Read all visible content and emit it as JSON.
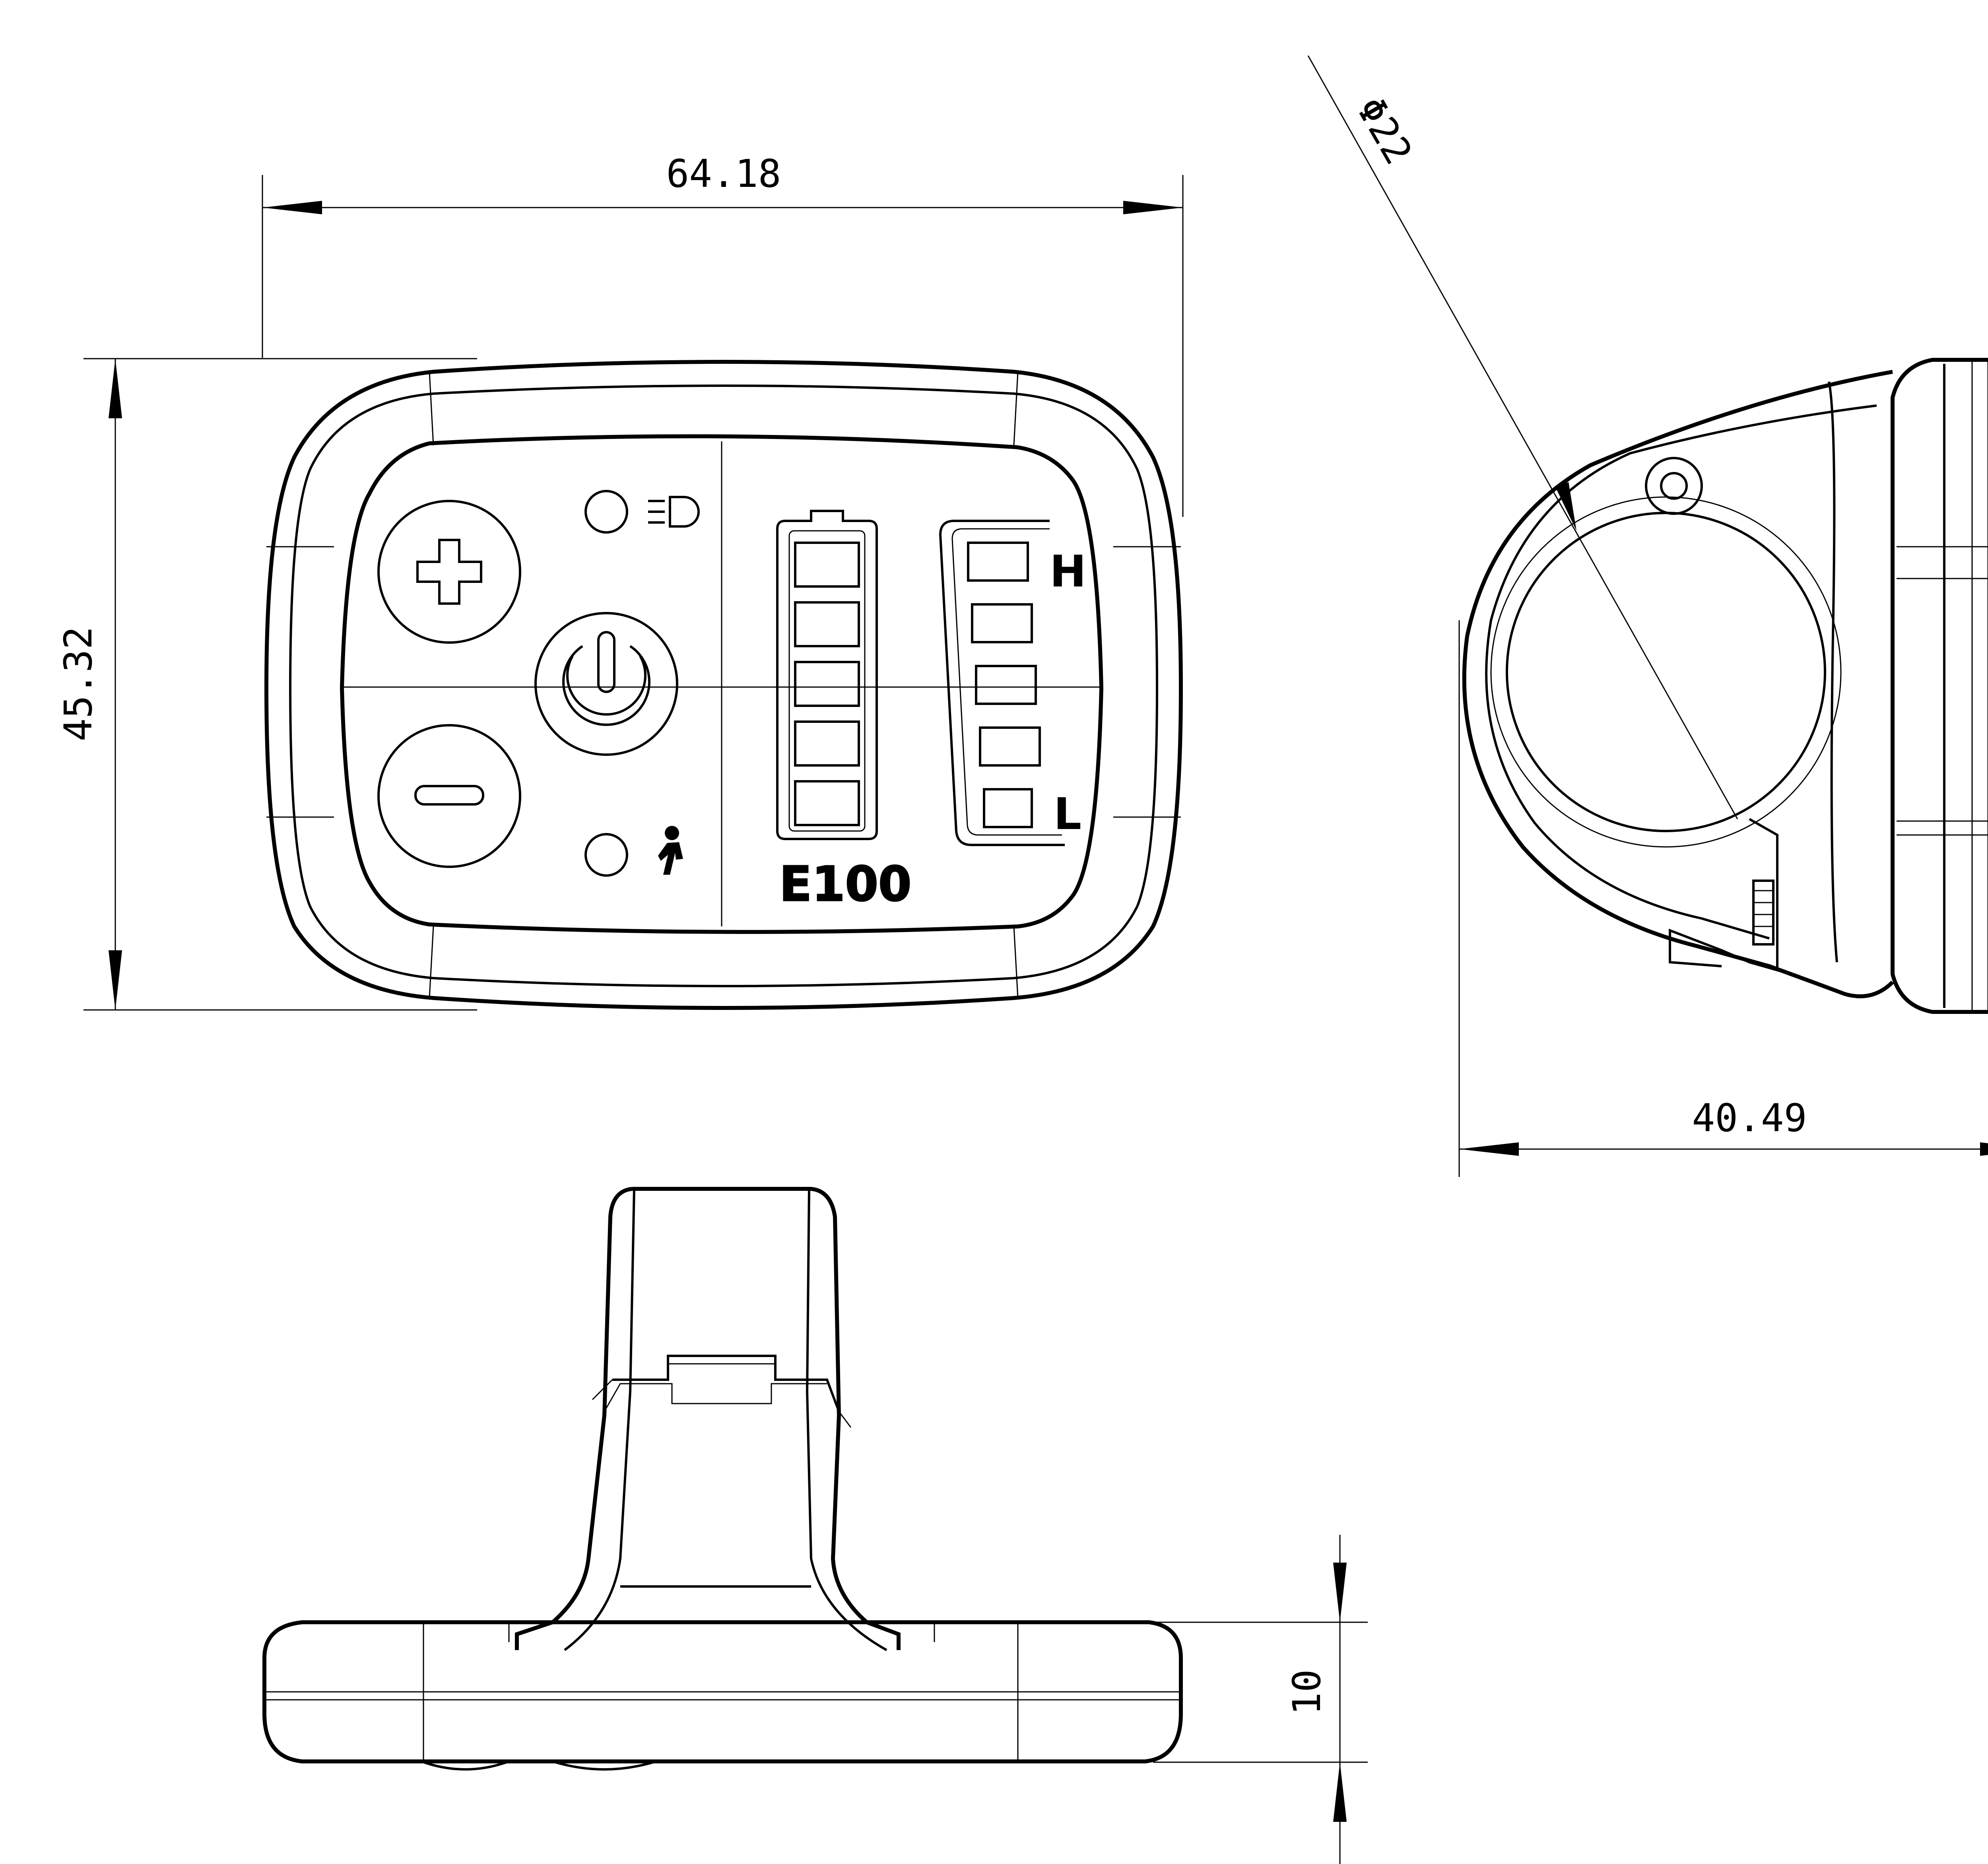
{
  "dimensions": {
    "width": "64.18",
    "height": "45.32",
    "side_depth": "40.49",
    "clamp_diameter": "Φ22",
    "thickness": "10"
  },
  "display": {
    "model_label": "E100",
    "level_high_label": "H",
    "level_low_label": "L"
  },
  "icons": {
    "plus_button": "plus-icon",
    "minus_button": "minus-icon",
    "power_button": "power-icon",
    "headlight_indicator": "headlight-icon",
    "walk_assist_indicator": "walk-icon",
    "battery_gauge": "battery-icon"
  },
  "colors": {
    "line": "#000000",
    "background": "#ffffff"
  }
}
